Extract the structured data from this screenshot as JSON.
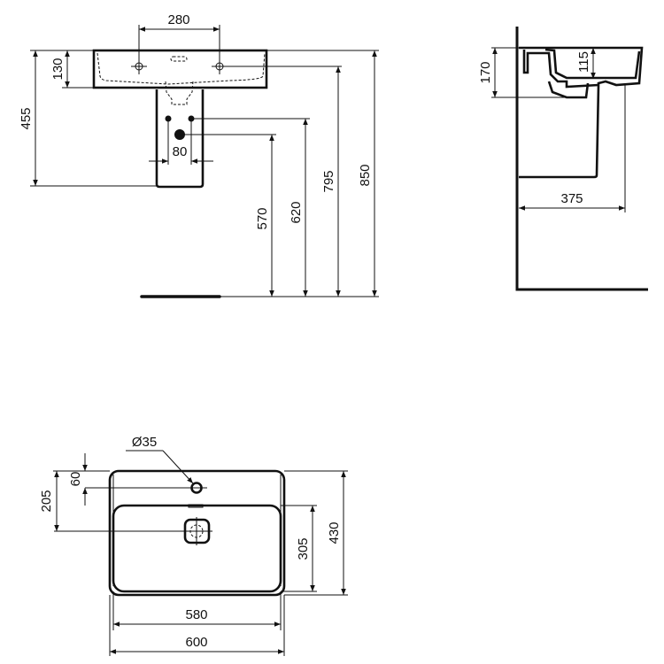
{
  "drawing": {
    "type": "technical-dimension-drawing",
    "subject": "wall-mounted washbasin with semi-pedestal",
    "units": "mm",
    "colors": {
      "line": "#111111",
      "background": "#ffffff"
    }
  },
  "front_view": {
    "dimensions": {
      "tap_hole_spacing": "280",
      "basin_height": "130",
      "total_basin_pedestal_height": "455",
      "supply_spacing": "80",
      "height_570": "570",
      "height_620": "620",
      "height_795": "795",
      "height_850": "850"
    }
  },
  "side_view": {
    "dimensions": {
      "overall_depth_height": "170",
      "bowl_depth": "115",
      "projection": "375"
    }
  },
  "top_view": {
    "dimensions": {
      "tap_hole_diameter": "Ø35",
      "tap_hole_offset": "60",
      "waste_offset": "205",
      "bowl_width": "580",
      "overall_width": "600",
      "bowl_depth": "305",
      "overall_depth": "430"
    }
  }
}
